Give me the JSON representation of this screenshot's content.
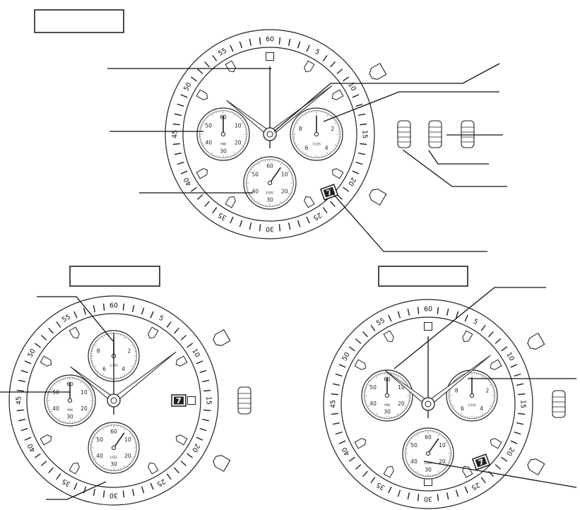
{
  "diagram": {
    "bezel_numbers": [
      "60",
      "5",
      "10",
      "15",
      "20",
      "25",
      "30",
      "35",
      "40",
      "45",
      "50",
      "55"
    ],
    "date_window": "7",
    "subdials": {
      "minute": {
        "numbers": [
          "60",
          "10",
          "20",
          "30",
          "40",
          "50"
        ],
        "caption": "MIN"
      },
      "second": {
        "numbers": [
          "60",
          "10",
          "20",
          "30",
          "40",
          "50"
        ],
        "caption": "1/SEC"
      },
      "tenth": {
        "numbers": [
          "2",
          "4",
          "6",
          "8"
        ],
        "caption": "1/10S"
      }
    },
    "label_boxes": [
      {
        "id": "box-top",
        "text": ""
      },
      {
        "id": "box-bottom-left",
        "text": ""
      },
      {
        "id": "box-bottom-right",
        "text": ""
      }
    ]
  }
}
